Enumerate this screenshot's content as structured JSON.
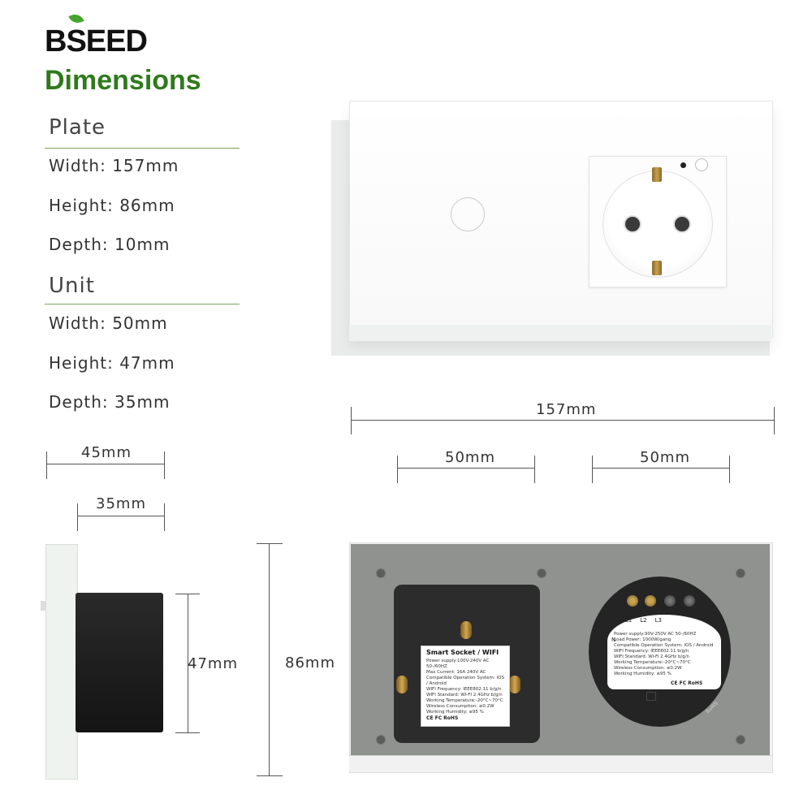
{
  "brand": {
    "name": "BSEED"
  },
  "heading": "Dimensions",
  "plate": {
    "title": "Plate",
    "width": "Width: 157mm",
    "height": "Height: 86mm",
    "depth": "Depth: 10mm"
  },
  "unit": {
    "title": "Unit",
    "width": "Width: 50mm",
    "height": "Height: 47mm",
    "depth": "Depth: 35mm"
  },
  "dimensions": {
    "total_width": "157mm",
    "left_module": "50mm",
    "right_module": "50mm",
    "side_total": "45mm",
    "side_depth": "35mm",
    "unit_height": "47mm",
    "plate_height": "86mm"
  },
  "back_label_left": {
    "title": "Smart Socket / WIFI",
    "lines": [
      "Power supply:100V-240V AC  50-/60HZ",
      "Max Current: 16A  240V AC",
      "Compatible Operation System: IOS / Android",
      "WIFI Frequency: IEEE802.11 b/g/n",
      "WIFI Standard: WI-FI 2.4GHz b/g/n",
      "Working Temperature:-20°C~70°C",
      "Wireless Consumption: ≤0.2W",
      "Working Humidity: ≤95 %"
    ],
    "certs": "CE  FC  RoHS"
  },
  "back_label_right": {
    "terminals": [
      "N",
      "L",
      "L1",
      "L2",
      "L3"
    ],
    "lines": [
      "Power supply:90V-250V AC  50-/60HZ",
      "Load Power: 1000W/gang",
      "Compatible Operation System: IOS / Android",
      "WIFI Frequency: IEEE802.11 b/g/n",
      "WIFI Standard: Wi-Fi 2.4GHz b/g/n",
      "Working Temperature:-20°C~70°C",
      "Wireless Consumption: ≤0.2W",
      "Working Humidity: ≤95 %"
    ],
    "certs": "CE  FC  RoHS",
    "stamp": "RoHS"
  },
  "colors": {
    "brand_green": "#2f7a1c",
    "leaf": "#46a32f",
    "rule": "#7aa45a"
  }
}
